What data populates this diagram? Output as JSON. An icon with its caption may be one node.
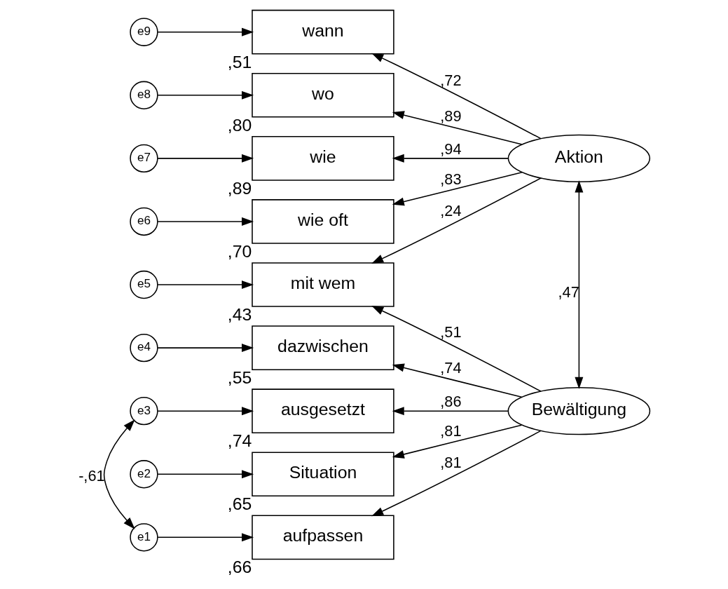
{
  "diagram": {
    "nodes": [
      {
        "text": [
          "e9"
        ]
      },
      {
        "text": [
          "wann"
        ],
        "beside": [
          ",51"
        ]
      },
      {
        "text": [
          "e8"
        ]
      },
      {
        "text": [
          "wo"
        ],
        "beside": [
          ",80"
        ]
      },
      {
        "text": [
          "e7"
        ]
      },
      {
        "text": [
          "wie"
        ],
        "beside": [
          ",89"
        ]
      },
      {
        "text": [
          "Aktion"
        ]
      },
      {
        "text": [
          "e6"
        ]
      },
      {
        "text": [
          "wie oft"
        ],
        "beside": [
          ",70"
        ]
      },
      {
        "text": [
          "e5"
        ]
      },
      {
        "text": [
          "mit wem"
        ],
        "beside": [
          ",43"
        ]
      },
      {
        "text": [
          "e4"
        ]
      },
      {
        "text": [
          "dazwischen"
        ],
        "beside": [
          ",55"
        ]
      },
      {
        "text": [
          "e3"
        ]
      },
      {
        "text": [
          "ausgesetzt"
        ],
        "beside": [
          ",74"
        ]
      },
      {
        "text": [
          "Bewältigung"
        ]
      },
      {
        "text": [
          "e2"
        ]
      },
      {
        "text": [
          "Situation"
        ],
        "beside": [
          ",65"
        ]
      },
      {
        "text": [
          "e1"
        ]
      },
      {
        "text": [
          "aufpassen"
        ],
        "beside": [
          ",66"
        ]
      }
    ],
    "edges": [
      {
        "from": 0,
        "to": 1,
        "arrow": "to"
      },
      {
        "from": 2,
        "to": 3,
        "arrow": "to"
      },
      {
        "from": 4,
        "to": 5,
        "arrow": "to"
      },
      {
        "from": 7,
        "to": 8,
        "arrow": "to"
      },
      {
        "from": 9,
        "to": 10,
        "arrow": "to"
      },
      {
        "from": 11,
        "to": 12,
        "arrow": "to"
      },
      {
        "from": 13,
        "to": 14,
        "arrow": "to"
      },
      {
        "from": 16,
        "to": 17,
        "arrow": "to"
      },
      {
        "from": 18,
        "to": 19,
        "arrow": "to"
      },
      {
        "from": 6,
        "to": 1,
        "arrow": "to",
        "label": ",72"
      },
      {
        "from": 6,
        "to": 3,
        "arrow": "to",
        "label": ",89"
      },
      {
        "from": 6,
        "to": 5,
        "arrow": "to",
        "label": ",94"
      },
      {
        "from": 6,
        "to": 8,
        "arrow": "to",
        "label": ",83"
      },
      {
        "from": 6,
        "to": 10,
        "arrow": "to",
        "label": ",24"
      },
      {
        "from": 15,
        "to": 10,
        "arrow": "to",
        "label": ",51"
      },
      {
        "from": 15,
        "to": 12,
        "arrow": "to",
        "label": ",74"
      },
      {
        "from": 15,
        "to": 14,
        "arrow": "to",
        "label": ",86"
      },
      {
        "from": 15,
        "to": 17,
        "arrow": "to",
        "label": ",81"
      },
      {
        "from": 15,
        "to": 19,
        "arrow": "to",
        "label": ",81"
      },
      {
        "from": 6,
        "to": 15,
        "arrow": "both",
        "label": ",47"
      },
      {
        "from": 13,
        "to": 18,
        "arrow": "both",
        "label": "-,61"
      }
    ]
  }
}
